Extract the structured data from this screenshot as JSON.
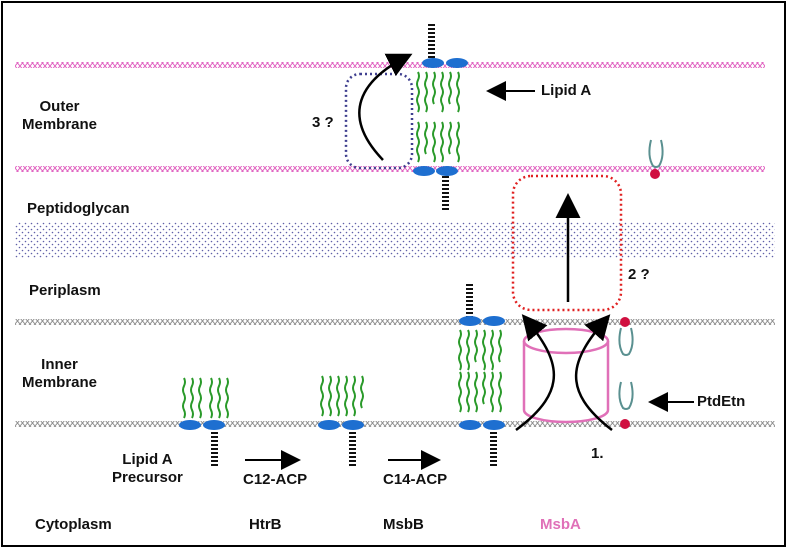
{
  "regions": {
    "outer_membrane": "Outer\nMembrane",
    "peptidoglycan": "Peptidoglycan",
    "periplasm": "Periplasm",
    "inner_membrane": "Inner\nMembrane",
    "cytoplasm": "Cytoplasm"
  },
  "labels": {
    "lipid_a": "Lipid A",
    "ptdetn": "PtdEtn",
    "lipid_a_precursor": "Lipid A\nPrecursor",
    "c12_acp": "C12-ACP",
    "c14_acp": "C14-ACP",
    "step1": "1.",
    "step2": "2 ?",
    "step3": "3 ?"
  },
  "enzymes": {
    "htrb": "HtrB",
    "msbb": "MsbB",
    "msba": "MsbA"
  },
  "colors": {
    "outer_membrane": "#e060c0",
    "inner_membrane": "#909090",
    "peptidoglycan": "#6060a8",
    "lipid_head": "#1e6fd0",
    "acyl_chain": "#2a9a2a",
    "msba": "#e070b8",
    "msba_label": "#e070b8",
    "step2_box": "#e02020",
    "step3_box": "#404090",
    "ptdetn_head": "#d01040",
    "ptdetn_tail": "#5a9090"
  }
}
